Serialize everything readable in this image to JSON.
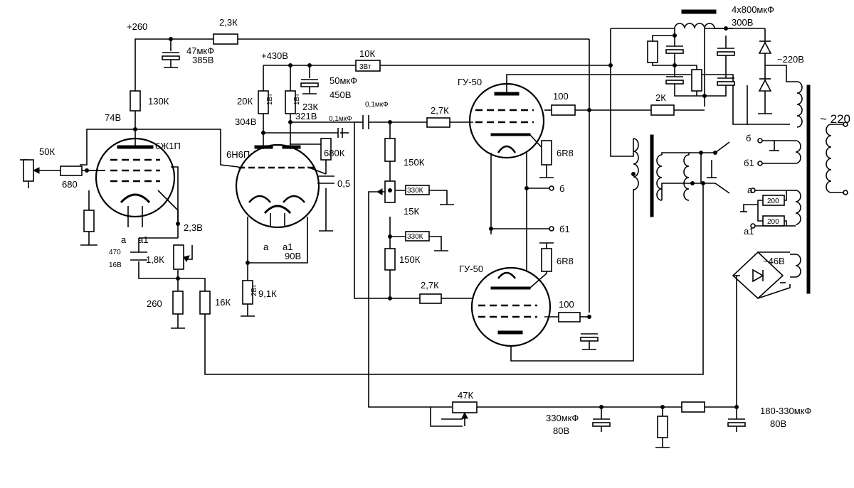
{
  "title": "",
  "rails": {
    "v260": "+260",
    "v430": "+430В",
    "tilde220": "~ 220",
    "tilde220_sec": "~220В",
    "tilde46": "~46В"
  },
  "labels": {
    "r_23k": "2,3К",
    "c_47": "47мкФ",
    "c_47v": "385В",
    "r_130k": "130К",
    "v_74": "74В",
    "t_6zh1p": "6Ж1П",
    "r_50k": "50К",
    "r_680": "680",
    "pin_a": "а",
    "pin_a1": "а1",
    "v_23": "2,3В",
    "c_470": "470",
    "c_470v": "16В",
    "r_18k": "1,8К",
    "r_260": "260",
    "r_16k": "16К",
    "r_20k": "20К",
    "r_1w_a": "1Вт",
    "r_1w_b": "1Вт",
    "v_304": "304В",
    "r_23k_b": "23К",
    "v_321": "321В",
    "t_6n6p": "6Н6П",
    "r_680k": "680К",
    "c_05": "0,5",
    "pin_a_b": "а",
    "pin_a1_b": "а1",
    "v_90": "90В",
    "r_2w": "2Вт",
    "r_91k": "9,1К",
    "r_10k": "10К",
    "r_3w": "3Вт",
    "c_50": "50мкФ",
    "c_50v": "450В",
    "c_01a": "0,1мкФ",
    "c_01b": "0,1мкФ",
    "r_27k_a": "2,7К",
    "r_27k_b": "2,7К",
    "r_150k_a": "150К",
    "r_150k_b": "150К",
    "r_330k_a": "330К",
    "r_330k_b": "330К",
    "r_15k": "15К",
    "t_gu50_a": "ГУ-50",
    "t_gu50_b": "ГУ-50",
    "r_100_a": "100",
    "r_100_b": "100",
    "r_6r8_a": "6R8",
    "r_6r8_b": "6R8",
    "b": "б",
    "b1": "б1",
    "c_4x800": "4х800мкФ",
    "c_300v": "300В",
    "r_2k": "2К",
    "tb": "б",
    "tb1": "б1",
    "ta": "а",
    "ta1": "а1",
    "r_200_a": "200",
    "r_200_b": "200",
    "r_47k": "47К",
    "c_330": "330мкФ",
    "c_330v": "80В",
    "c_180": "180-330мкФ",
    "c_180v": "80В"
  }
}
